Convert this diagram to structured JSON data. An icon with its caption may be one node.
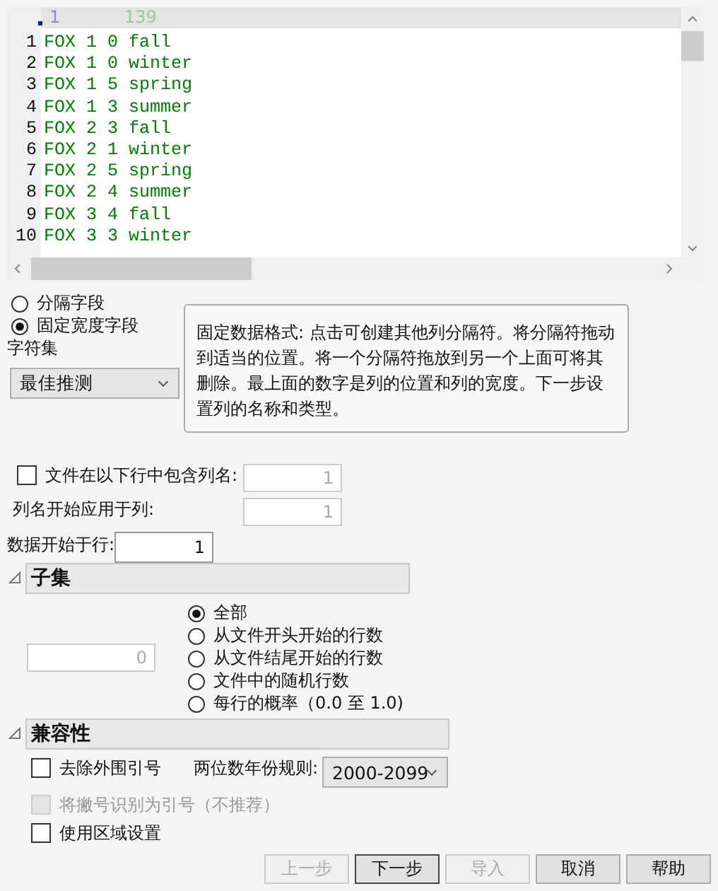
{
  "diagram": {
    "nodes": [
      {
        "text": [
          "固定数据格式: 点击可创建其他列分隔符。将分隔符拖动到适当的位置。将一个分隔符拖放到另一个上面可将其删除。最上面的数字是列的位置和列的宽度。下一步设置列的名称和类型。"
        ]
      },
      {
        "text": [
          "子集"
        ]
      },
      {
        "text": [
          "兼容性"
        ]
      }
    ],
    "labels": [
      "1",
      "139",
      "1",
      "FOX 1 0 fall",
      "2",
      "FOX 1 0 winter",
      "3",
      "FOX 1 5 spring",
      "4",
      "FOX 1 3 summer",
      "5",
      "FOX 2 3 fall",
      "6",
      "FOX 2 1 winter",
      "7",
      "FOX 2 5 spring",
      "8",
      "FOX 2 4 summer",
      "9",
      "FOX 3 4 fall",
      "10",
      "FOX 3 3 winter",
      "分隔字段",
      "固定宽度字段",
      "字符集",
      "最佳推测",
      "文件在以下行中包含列名:",
      "1",
      "列名开始应用于列:",
      "1",
      "数据开始于行:",
      "1",
      "全部",
      "从文件开头开始的行数",
      "0",
      "从文件结尾开始的行数",
      "文件中的随机行数",
      "每行的概率（0.0 至 1.0)",
      "去除外围引号",
      "两位数年份规则:",
      "2000-2099",
      "将撇号识别为引号（不推荐）",
      "使用区域设置",
      "上一步",
      "下一步",
      "导入",
      "取消",
      "帮助"
    ]
  }
}
